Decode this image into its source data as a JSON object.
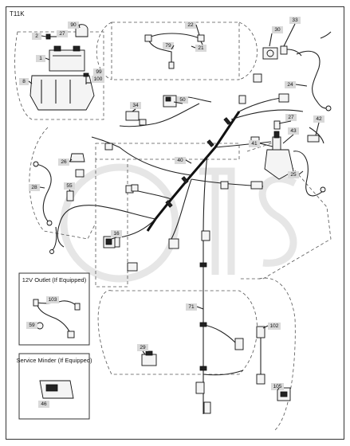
{
  "model": "T11K",
  "inset_titles": {
    "outlet": "12V Outlet (If Equipped)",
    "service": "Service Minder (If Equipped)"
  },
  "callouts": {
    "c1": "1",
    "c2": "2",
    "c8": "8",
    "c16": "16",
    "c21": "21",
    "c22": "22",
    "c24": "24",
    "c25": "25",
    "c26": "26",
    "c27a": "27",
    "c27b": "27",
    "c28": "28",
    "c29": "29",
    "c30": "30",
    "c33": "33",
    "c34": "34",
    "c40": "40",
    "c41": "41",
    "c42": "42",
    "c43": "43",
    "c46": "46",
    "c50": "50",
    "c55": "55",
    "c59": "59",
    "c71": "71",
    "c79": "79",
    "c90": "90",
    "c99": "99",
    "c100": "100",
    "c102": "102",
    "c103": "103",
    "c105": "105"
  }
}
